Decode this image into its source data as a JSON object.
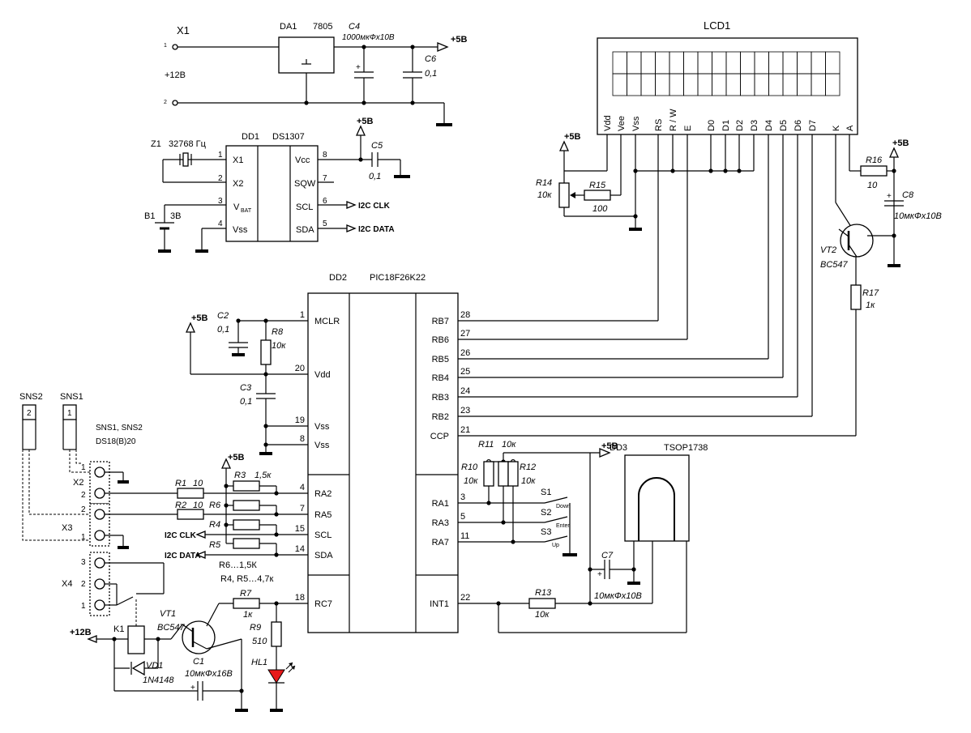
{
  "power": {
    "x1": "X1",
    "pin1": "1",
    "pin2": "2",
    "v12": "+12В",
    "da1": "DA1",
    "da1_type": "7805",
    "c4": "C4",
    "c4_val": "1000мкФх10В",
    "c6": "C6",
    "c6_val": "0,1",
    "plus5": "+5В"
  },
  "rtc": {
    "z1": "Z1",
    "z1_val": "32768 Гц",
    "dd1": "DD1",
    "dd1_type": "DS1307",
    "b1": "B1",
    "b1_val": "3В",
    "c5": "C5",
    "c5_val": "0,1",
    "pins_left": [
      {
        "num": "1",
        "name": "X1"
      },
      {
        "num": "2",
        "name": "X2"
      },
      {
        "num": "3",
        "name": "V"
      },
      {
        "num": "4",
        "name": "Vss"
      }
    ],
    "vbat_sub": "BAT",
    "pins_right": [
      {
        "num": "8",
        "name": "Vcc"
      },
      {
        "num": "7",
        "name": "SQW"
      },
      {
        "num": "6",
        "name": "SCL"
      },
      {
        "num": "5",
        "name": "SDA"
      }
    ],
    "i2c_clk": "I2C CLK",
    "i2c_data": "I2C DATA"
  },
  "lcd": {
    "title": "LCD1",
    "pins": [
      "Vdd",
      "Vee",
      "Vss",
      "RS",
      "R / W",
      "E",
      "D0",
      "D1",
      "D2",
      "D3",
      "D4",
      "D5",
      "D6",
      "D7",
      "K",
      "A"
    ],
    "r14": "R14",
    "r14_val": "10к",
    "r15": "R15",
    "r15_val": "100",
    "r16": "R16",
    "r16_val": "10",
    "c8": "C8",
    "c8_val": "10мкФх10В",
    "vt2": "VT2",
    "vt2_val": "BC547",
    "r17": "R17",
    "r17_val": "1к"
  },
  "mcu": {
    "dd2": "DD2",
    "type": "PIC18F26K22",
    "left_pins": [
      {
        "num": "1",
        "name": "MCLR"
      },
      {
        "num": "20",
        "name": "Vdd"
      },
      {
        "num": "19",
        "name": "Vss"
      },
      {
        "num": "8",
        "name": "Vss"
      },
      {
        "num": "4",
        "name": "RA2"
      },
      {
        "num": "7",
        "name": "RA5"
      },
      {
        "num": "15",
        "name": "SCL"
      },
      {
        "num": "14",
        "name": "SDA"
      },
      {
        "num": "18",
        "name": "RC7"
      }
    ],
    "right_pins": [
      {
        "num": "28",
        "name": "RB7"
      },
      {
        "num": "27",
        "name": "RB6"
      },
      {
        "num": "26",
        "name": "RB5"
      },
      {
        "num": "25",
        "name": "RB4"
      },
      {
        "num": "24",
        "name": "RB3"
      },
      {
        "num": "23",
        "name": "RB2"
      },
      {
        "num": "21",
        "name": "CCP"
      },
      {
        "num": "3",
        "name": "RA1"
      },
      {
        "num": "5",
        "name": "RA3"
      },
      {
        "num": "11",
        "name": "RA7"
      },
      {
        "num": "22",
        "name": "INT1"
      }
    ],
    "c2": "C2",
    "c2_val": "0,1",
    "r8": "R8",
    "r8_val": "10к",
    "c3": "C3",
    "c3_val": "0,1"
  },
  "sensors": {
    "sns2": "SNS2",
    "sns1": "SNS1",
    "sns2_pin": "2",
    "sns1_pin": "1",
    "note1": "SNS1, SNS2",
    "note2": "DS18(B)20",
    "x2": "X2",
    "x3": "X3",
    "x4": "X4",
    "r1": "R1",
    "r1_val": "10",
    "r2": "R2",
    "r2_val": "10",
    "r3": "R3",
    "r3_val": "1,5к",
    "r6": "R6",
    "r4": "R4",
    "r5": "R5",
    "note_r6": "R6…1,5К",
    "note_r45": "R4, R5…4,7к",
    "i2c_clk": "I2C CLK",
    "i2c_data": "I2C DATA",
    "term_x2": [
      "1",
      "2"
    ],
    "term_x3": [
      "2",
      "1"
    ],
    "term_x4": [
      "3",
      "2",
      "1"
    ]
  },
  "relay": {
    "k1": "K1",
    "v12": "+12В",
    "vt1": "VT1",
    "vt1_val": "BC547",
    "vd1": "VD1",
    "vd1_val": "1N4148",
    "c1": "C1",
    "c1_val": "10мкФх16В",
    "r7": "R7",
    "r7_val": "1к",
    "r9": "R9",
    "r9_val": "510",
    "hl1": "HL1"
  },
  "keys": {
    "r10": "R10",
    "r10_val": "10к",
    "r11": "R11",
    "r11_val": "10к",
    "r12": "R12",
    "r12_val": "10к",
    "s1": "S1",
    "s1_lbl": "Down",
    "s2": "S2",
    "s2_lbl": "Enter",
    "s3": "S3",
    "s3_lbl": "Up"
  },
  "ir": {
    "dd3": "DD3",
    "type": "TSOP1738",
    "c7": "C7",
    "c7_val": "10мкФх10В",
    "r13": "R13",
    "r13_val": "10к"
  }
}
